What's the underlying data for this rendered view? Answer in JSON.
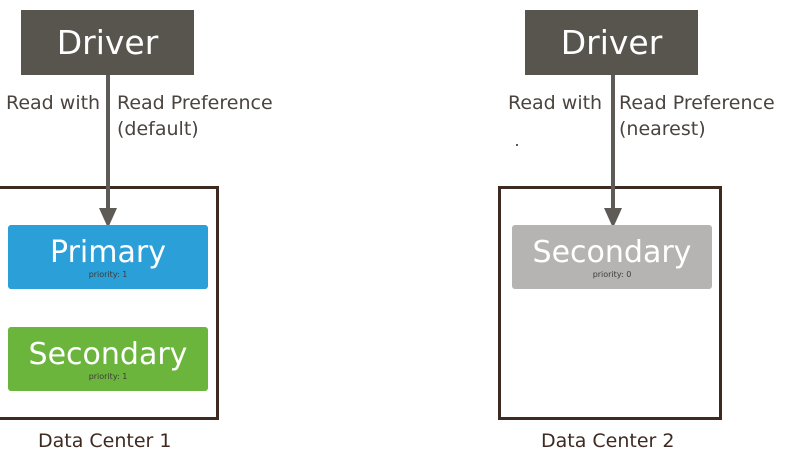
{
  "left": {
    "driver_label": "Driver",
    "read_with": "Read with",
    "read_preference": "Read Preference",
    "preference_value": "(default)",
    "datacenter_label": "Data Center 1",
    "nodes": [
      {
        "name": "Primary",
        "priority": "priority: 1",
        "color": "#2a9fd8"
      },
      {
        "name": "Secondary",
        "priority": "priority: 1",
        "color": "#6bb53d"
      }
    ]
  },
  "right": {
    "driver_label": "Driver",
    "read_with": "Read with",
    "read_preference": "Read Preference",
    "preference_value": "(nearest)",
    "datacenter_label": "Data Center 2",
    "nodes": [
      {
        "name": "Secondary",
        "priority": "priority: 0",
        "color": "#b5b4b2"
      }
    ]
  },
  "colors": {
    "driver_bg": "#58544e",
    "arrow": "#5e5a55",
    "datacenter_border": "#3e2a20"
  }
}
